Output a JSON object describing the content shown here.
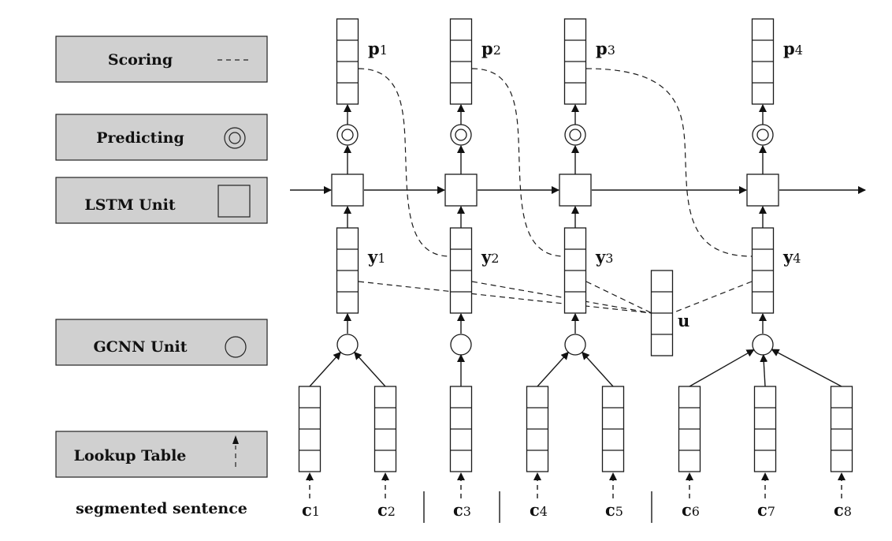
{
  "legend": {
    "scoring": {
      "label": "Scoring",
      "icon": "dashed-line-icon"
    },
    "predicting": {
      "label": "Predicting",
      "icon": "double-circle-icon"
    },
    "lstm": {
      "label": "LSTM Unit",
      "icon": "square-icon"
    },
    "gcnn": {
      "label": "GCNN Unit",
      "icon": "circle-icon"
    },
    "lookup": {
      "label": "Lookup Table",
      "icon": "dashed-arrow-up-icon"
    }
  },
  "segmented_sentence_label": "segmented sentence",
  "columns": [
    {
      "p": {
        "base": "p",
        "sub": "1"
      },
      "y": {
        "base": "y",
        "sub": "1"
      },
      "chars": [
        {
          "base": "c",
          "sub": "1"
        },
        {
          "base": "c",
          "sub": "2"
        }
      ]
    },
    {
      "p": {
        "base": "p",
        "sub": "2"
      },
      "y": {
        "base": "y",
        "sub": "2"
      },
      "chars": [
        {
          "base": "c",
          "sub": "3"
        }
      ]
    },
    {
      "p": {
        "base": "p",
        "sub": "3"
      },
      "y": {
        "base": "y",
        "sub": "3"
      },
      "chars": [
        {
          "base": "c",
          "sub": "4"
        },
        {
          "base": "c",
          "sub": "5"
        }
      ]
    },
    {
      "p": {
        "base": "p",
        "sub": "4"
      },
      "y": {
        "base": "y",
        "sub": "4"
      },
      "chars": [
        {
          "base": "c",
          "sub": "6"
        },
        {
          "base": "c",
          "sub": "7"
        },
        {
          "base": "c",
          "sub": "8"
        }
      ]
    }
  ],
  "u_label": "u",
  "colors": {
    "legend_fill": "#d0d0d0",
    "stroke": "#1a1a1a"
  }
}
